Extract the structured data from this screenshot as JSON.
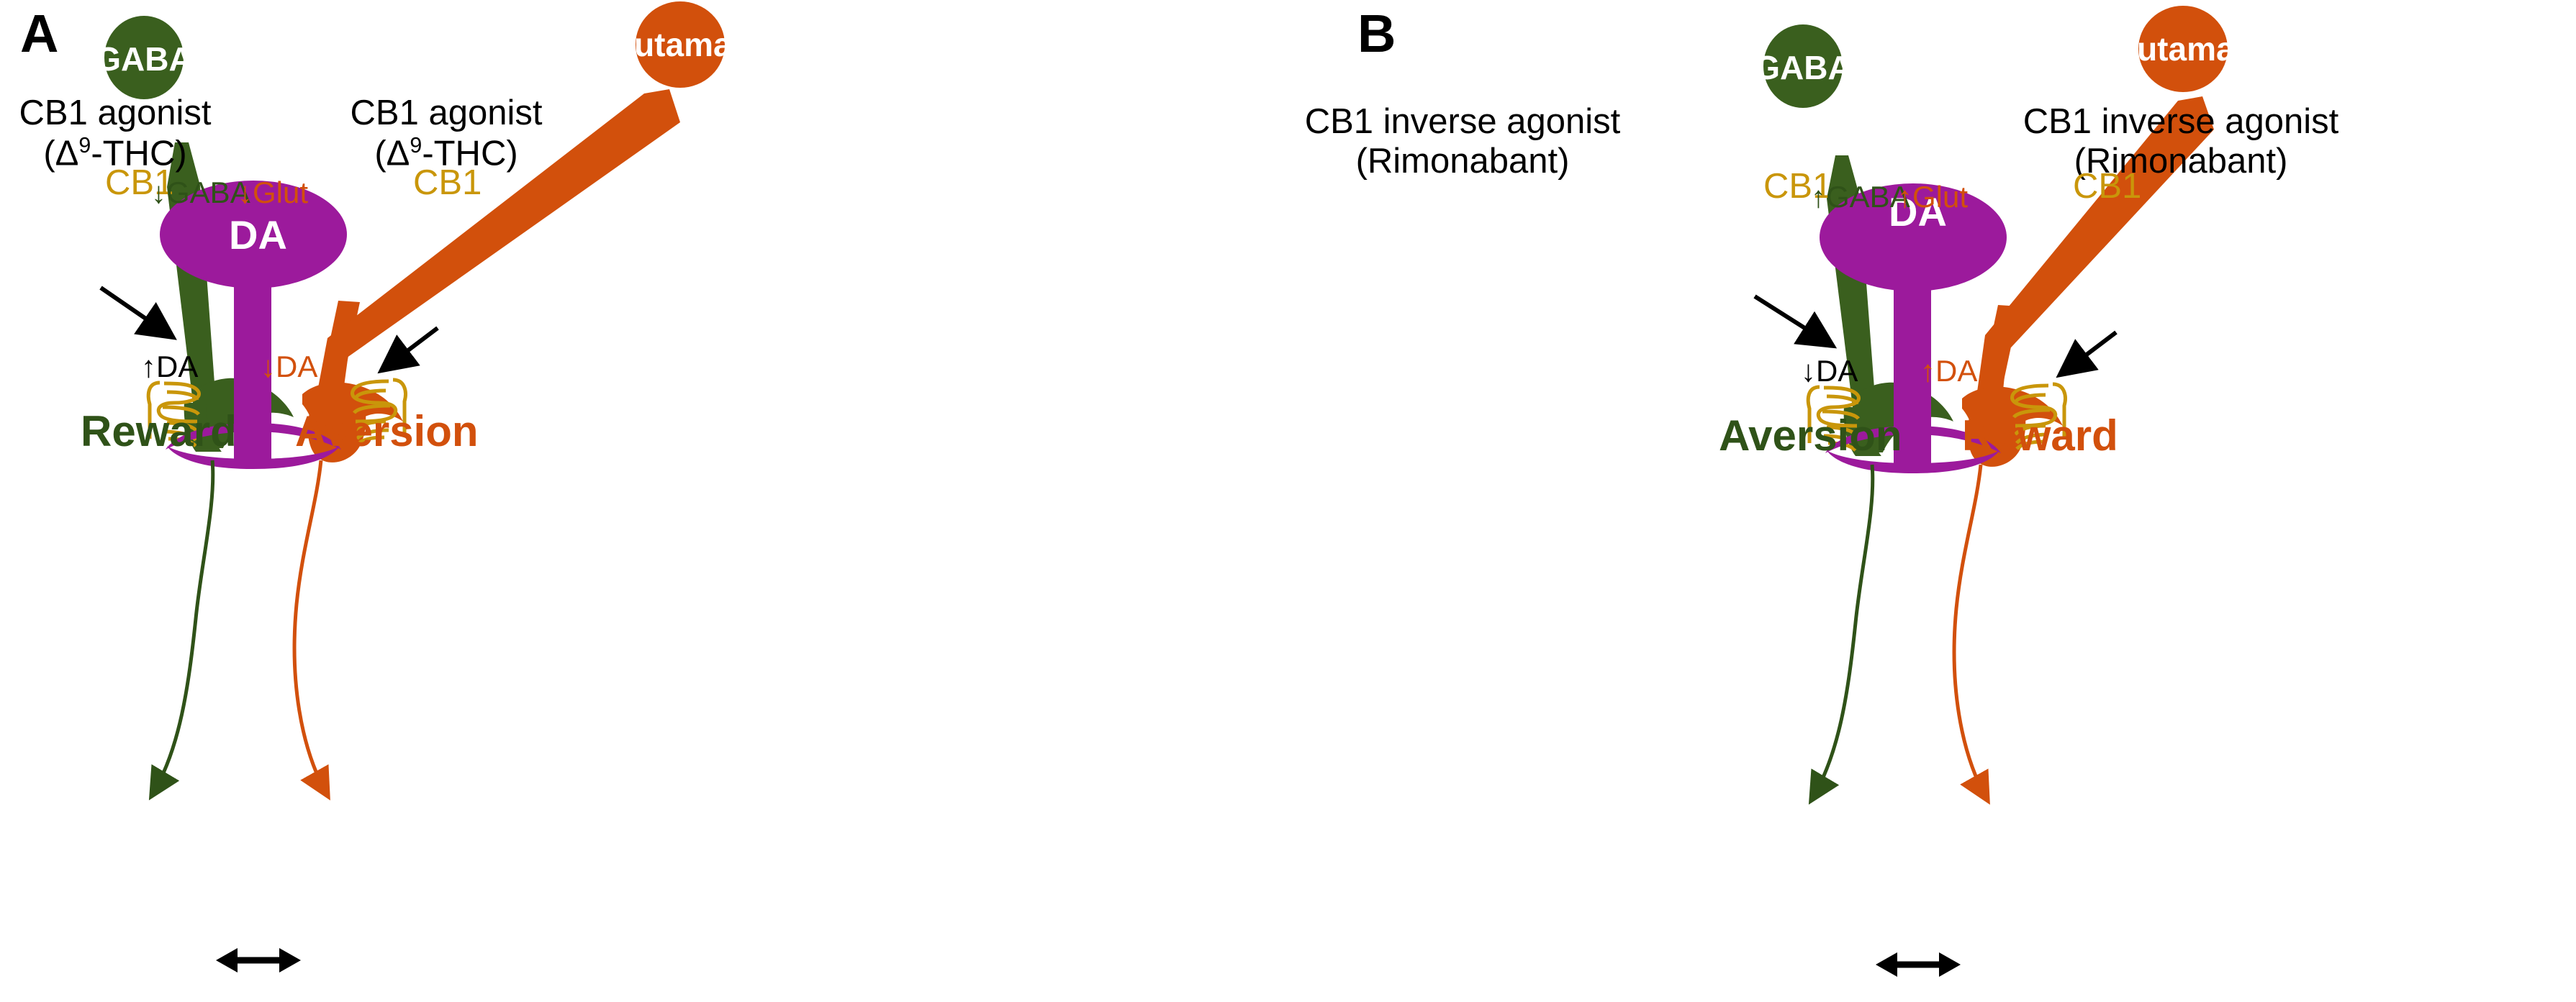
{
  "figure": {
    "type": "neuroscience-circuit-diagram",
    "description": "Two-panel schematic of CB1 receptor modulation of GABA and glutamate input onto VTA dopamine neurons and resulting reward/aversion outcomes",
    "colors": {
      "gaba_green": "#3a5f1e",
      "glutamate_orange": "#d2500c",
      "dopamine_purple": "#9c1a9c",
      "cb1_gold": "#c9960a",
      "black": "#000000",
      "background": "#ffffff"
    }
  },
  "panels": [
    {
      "letter": "A",
      "drug_left": {
        "line1": "CB1 agonist",
        "line2_pre": "(Δ",
        "line2_sup": "9",
        "line2_post": "-THC)"
      },
      "drug_right": {
        "line1": "CB1 agonist",
        "line2_pre": "(Δ",
        "line2_sup": "9",
        "line2_post": "-THC)"
      },
      "gaba_soma_label": "GABA",
      "glutamate_soma_label": "Glutamate",
      "dopamine_soma_label": "DA",
      "cb1_left_label": "CB1",
      "cb1_right_label": "CB1",
      "gaba_release": "↓GABA",
      "glut_release": "↓Glut",
      "da_left": "↑DA",
      "da_right": "↓DA",
      "outcome_left": "Reward",
      "outcome_right": "Aversion"
    },
    {
      "letter": "B",
      "drug_left": {
        "line1": "CB1 inverse agonist",
        "line2": "(Rimonabant)"
      },
      "drug_right": {
        "line1": "CB1 inverse agonist",
        "line2": "(Rimonabant)"
      },
      "gaba_soma_label": "GABA",
      "glutamate_soma_label": "Glutamate",
      "dopamine_soma_label": "DA",
      "cb1_left_label": "CB1",
      "cb1_right_label": "CB1",
      "gaba_release": "↑GABA",
      "glut_release": "↑Glut",
      "da_left": "↓DA",
      "da_right": "↑DA",
      "outcome_left": "Aversion",
      "outcome_right": "Reward"
    }
  ]
}
